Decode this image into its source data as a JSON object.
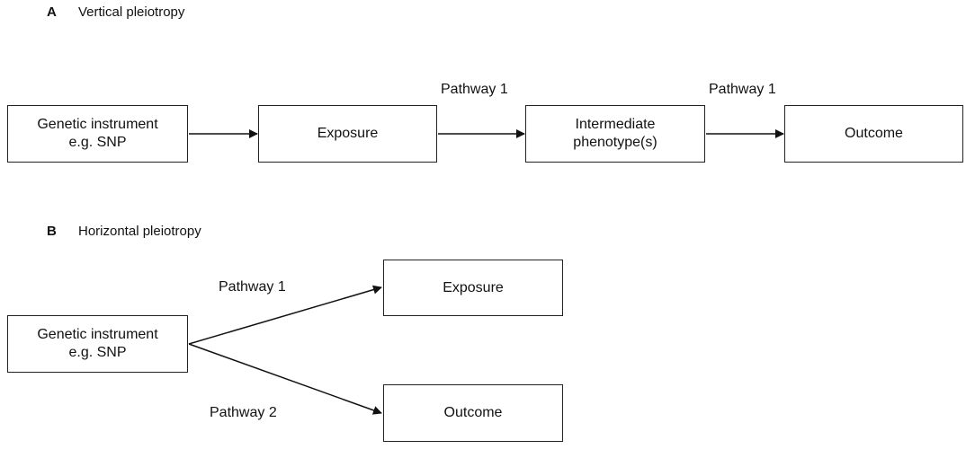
{
  "panel_a": {
    "letter": "A",
    "title": "Vertical pleiotropy",
    "nodes": {
      "instrument": "Genetic instrument\ne.g. SNP",
      "exposure": "Exposure",
      "intermediate": "Intermediate\nphenotype(s)",
      "outcome": "Outcome"
    },
    "edge_labels": {
      "exposure_to_intermediate": "Pathway 1",
      "intermediate_to_outcome": "Pathway 1"
    }
  },
  "panel_b": {
    "letter": "B",
    "title": "Horizontal pleiotropy",
    "nodes": {
      "instrument": "Genetic instrument\ne.g. SNP",
      "exposure": "Exposure",
      "outcome": "Outcome"
    },
    "edge_labels": {
      "instrument_to_exposure": "Pathway 1",
      "instrument_to_outcome": "Pathway 2"
    }
  }
}
